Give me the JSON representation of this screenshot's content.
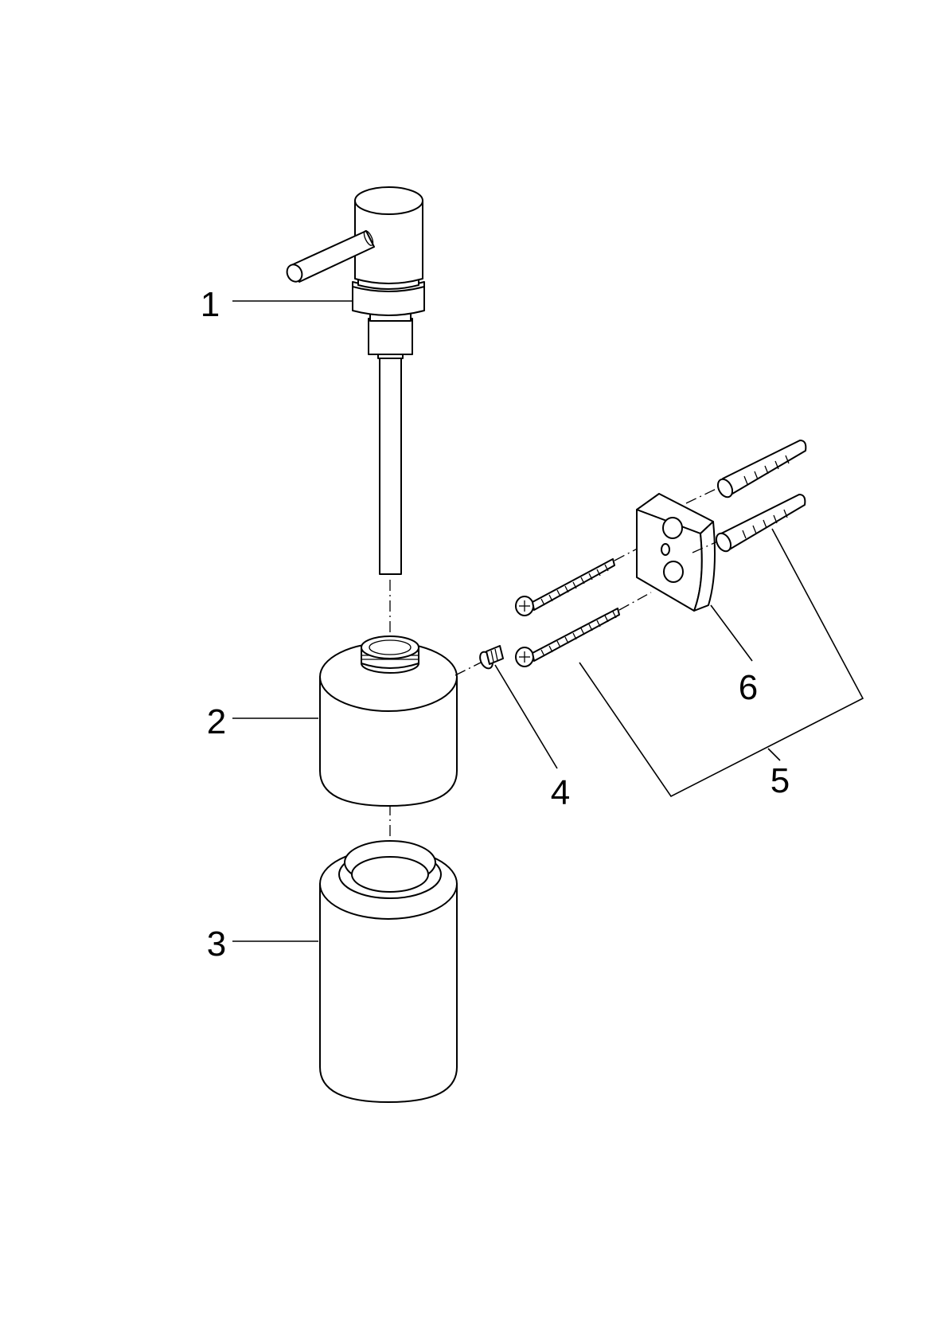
{
  "diagram": {
    "type": "exploded-parts-view",
    "colors": {
      "line": "#000000",
      "background": "#ffffff"
    },
    "callouts": [
      {
        "id": "pump-head",
        "label": "1"
      },
      {
        "id": "holder-ring",
        "label": "2"
      },
      {
        "id": "container",
        "label": "3"
      },
      {
        "id": "small-screw",
        "label": "4"
      },
      {
        "id": "fixing-set",
        "label": "5"
      },
      {
        "id": "wall-bracket",
        "label": "6"
      }
    ]
  }
}
